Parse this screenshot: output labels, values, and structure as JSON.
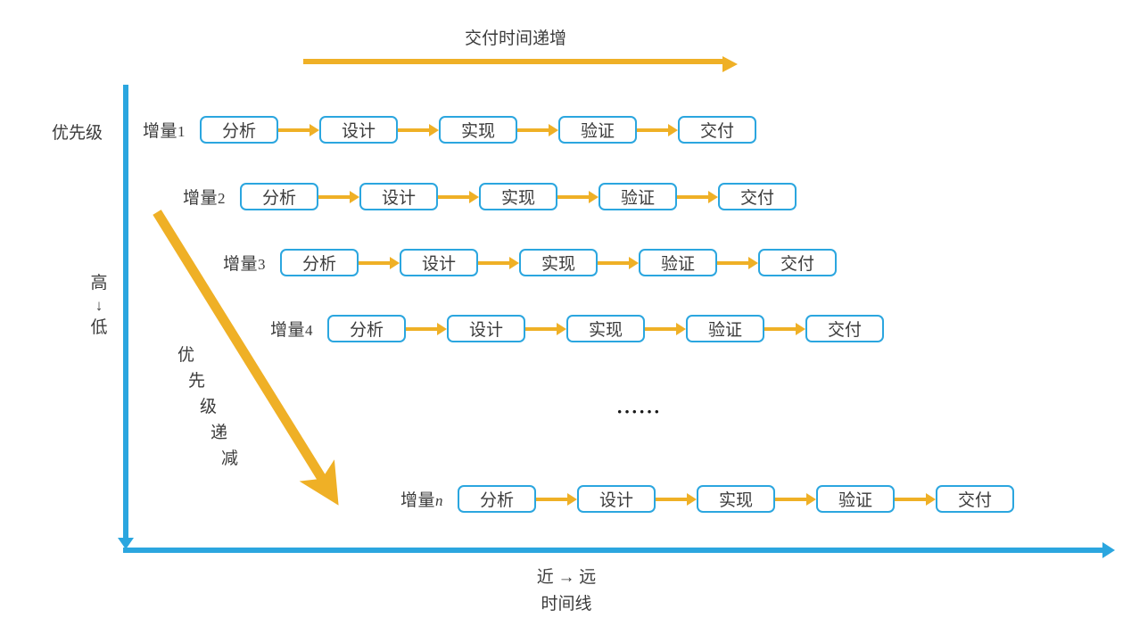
{
  "diagram": {
    "title_top": "交付时间递增",
    "axis": {
      "y_label": "优先级",
      "y_scale_high": "高",
      "y_scale_arrow": "↓",
      "y_scale_low": "低",
      "x_label_line1": "近 → 远",
      "x_label_line2": "时间线",
      "axis_color": "#2BA6DF"
    },
    "diagonal_label_chars": [
      "优",
      "先",
      "级",
      "递",
      "减"
    ],
    "diagonal_label_text": "优先级递减",
    "arrow_color": "#EFB026",
    "ellipsis": "······",
    "stages": [
      "分析",
      "设计",
      "实现",
      "验证",
      "交付"
    ],
    "rows": [
      {
        "label_main": "增量",
        "label_sub": "1",
        "italic": false,
        "stages": [
          "分析",
          "设计",
          "实现",
          "验证",
          "交付"
        ]
      },
      {
        "label_main": "增量",
        "label_sub": "2",
        "italic": false,
        "stages": [
          "分析",
          "设计",
          "实现",
          "验证",
          "交付"
        ]
      },
      {
        "label_main": "增量",
        "label_sub": "3",
        "italic": false,
        "stages": [
          "分析",
          "设计",
          "实现",
          "验证",
          "交付"
        ]
      },
      {
        "label_main": "增量",
        "label_sub": "4",
        "italic": false,
        "stages": [
          "分析",
          "设计",
          "实现",
          "验证",
          "交付"
        ]
      },
      {
        "label_main": "增量",
        "label_sub": "n",
        "italic": true,
        "stages": [
          "分析",
          "设计",
          "实现",
          "验证",
          "交付"
        ]
      }
    ]
  }
}
